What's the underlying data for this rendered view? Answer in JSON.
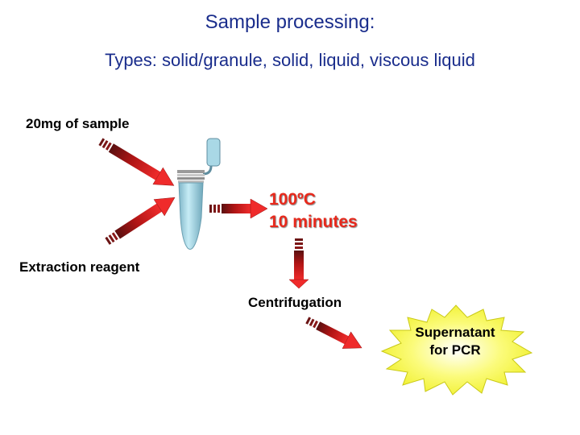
{
  "title": "Sample processing:",
  "subtitle": "Types: solid/granule, solid, liquid, viscous liquid",
  "labels": {
    "sample": "20mg of sample",
    "reagent": "Extraction reagent",
    "temperature": "100ºC",
    "duration": "10 minutes",
    "centrifugation": "Centrifugation",
    "supernatant_line1": "Supernatant",
    "supernatant_line2": "for PCR"
  },
  "colors": {
    "title": "#1a2d8c",
    "arrow": "#d91e1e",
    "arrow_dark": "#5a1010",
    "highlight_text": "#e8291c",
    "burst_fill": "#f7f73a",
    "tube": "#a9d8e6"
  }
}
